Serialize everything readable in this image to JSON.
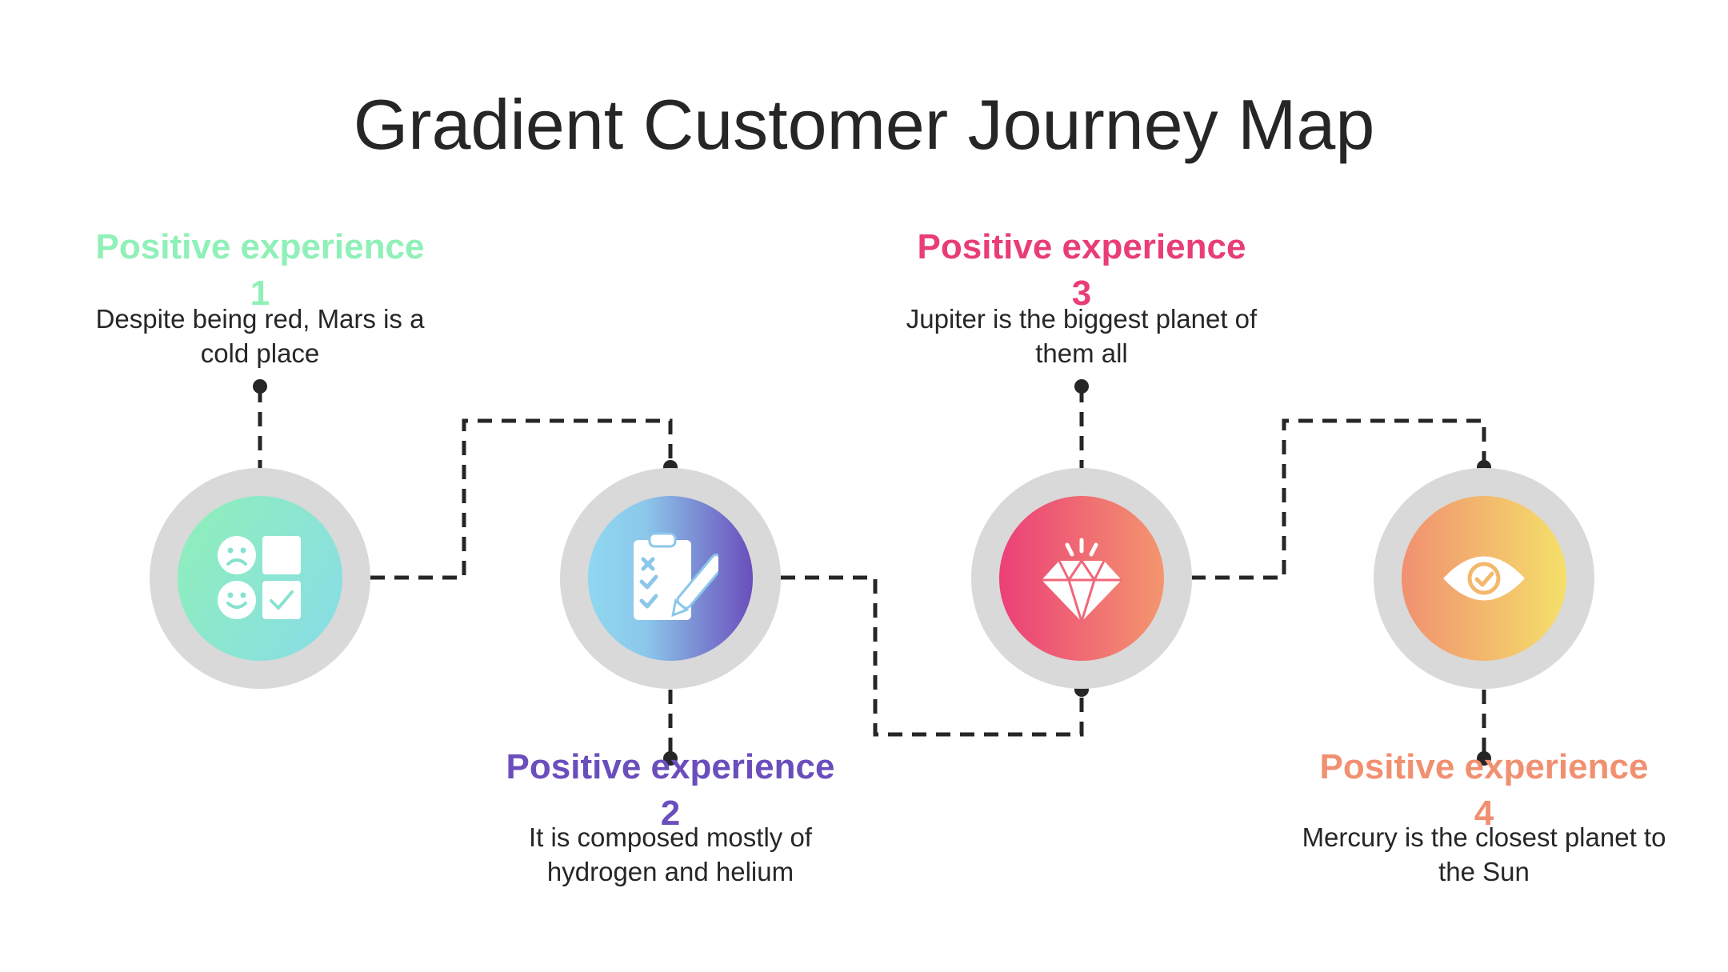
{
  "title": "Gradient Customer Journey Map",
  "colors": {
    "experience_1": "#8ff0b8",
    "experience_2": "#6a4ebc",
    "experience_3": "#e93d75",
    "experience_4": "#f19070",
    "ring": "#d9d9d9",
    "connector": "#262626"
  },
  "steps": [
    {
      "heading": "Positive experience 1",
      "description": "Despite being red, Mars is a cold place",
      "icon": "emotion-checklist-icon"
    },
    {
      "heading": "Positive experience 2",
      "description": "It is composed mostly of hydrogen and helium",
      "icon": "clipboard-pen-icon"
    },
    {
      "heading": "Positive experience 3",
      "description": "Jupiter is the biggest planet of them all",
      "icon": "diamond-icon"
    },
    {
      "heading": "Positive experience 4",
      "description": "Mercury is the closest planet to the Sun",
      "icon": "eye-icon"
    }
  ]
}
